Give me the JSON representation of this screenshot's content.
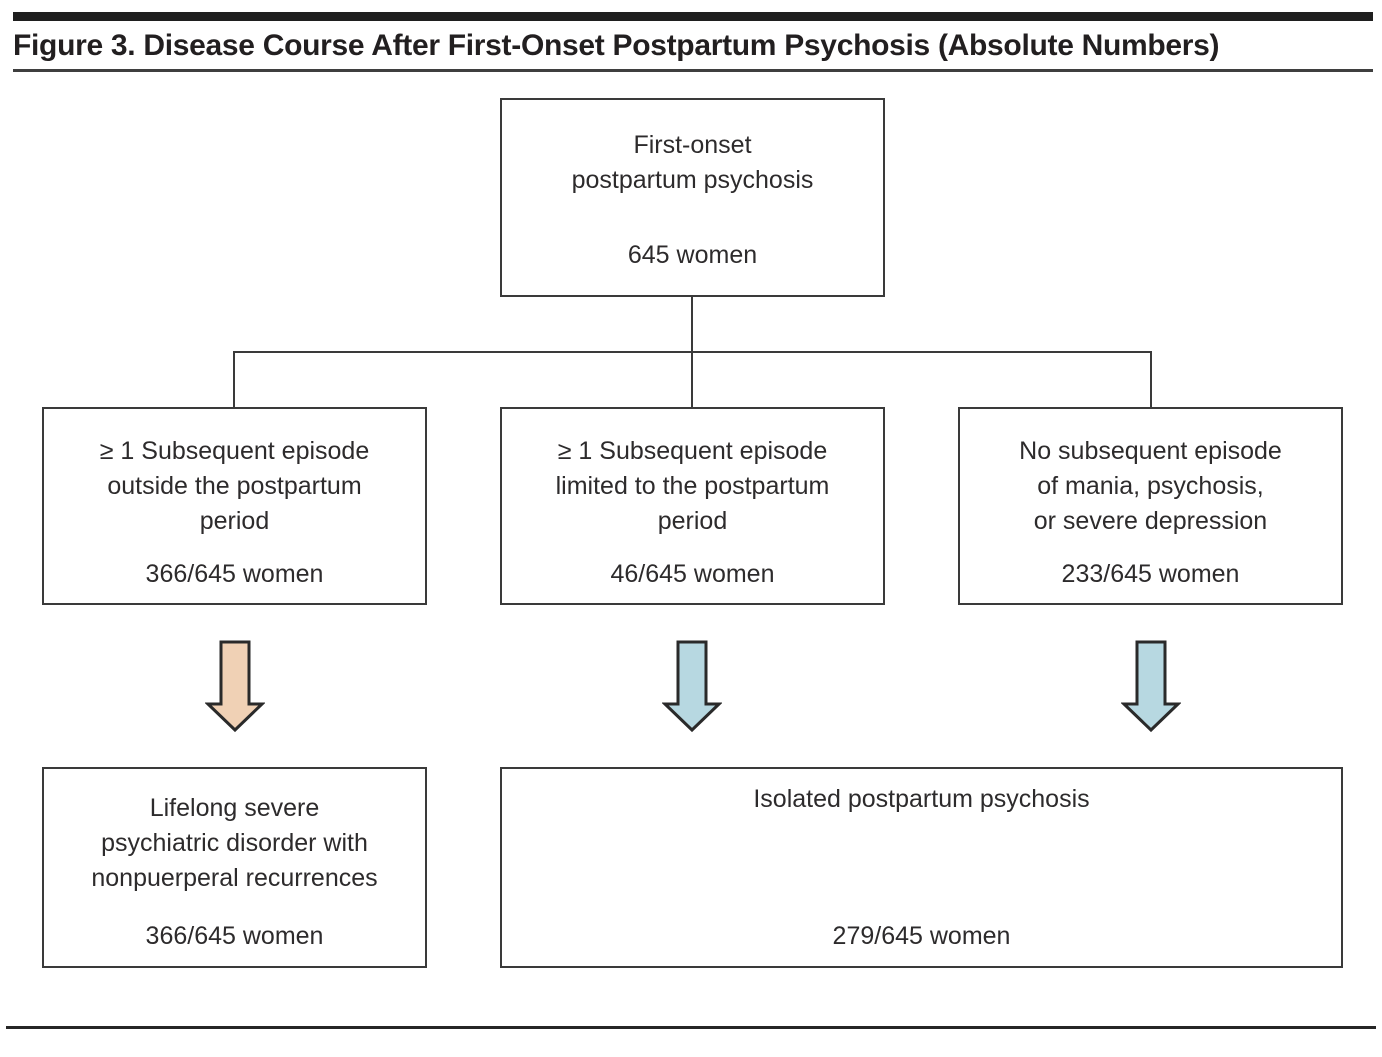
{
  "figure": {
    "title": "Figure 3. Disease Course After First-Onset Postpartum Psychosis (Absolute Numbers)"
  },
  "colors": {
    "arrow_tan": "#f0d1b5",
    "arrow_blue": "#b7d8e1",
    "arrow_outline": "#2a2a2a",
    "line_dark": "#3a3a3a",
    "text": "#2d2b2c"
  },
  "nodes": {
    "root": {
      "lines": [
        "First-onset",
        "postpartum psychosis"
      ],
      "count": "645 women"
    },
    "left": {
      "lines": [
        "≥ 1 Subsequent episode",
        "outside the postpartum",
        "period"
      ],
      "count": "366/645 women"
    },
    "middle": {
      "lines": [
        "≥ 1 Subsequent episode",
        "limited to the postpartum",
        "period"
      ],
      "count": "46/645 women"
    },
    "right": {
      "lines": [
        "No subsequent episode",
        "of mania, psychosis,",
        "or severe depression"
      ],
      "count": "233/645 women"
    },
    "outcome_left": {
      "lines": [
        "Lifelong severe",
        "psychiatric disorder with",
        "nonpuerperal recurrences"
      ],
      "count": "366/645 women"
    },
    "outcome_right": {
      "lines": [
        "Isolated postpartum psychosis"
      ],
      "count": "279/645 women"
    }
  }
}
